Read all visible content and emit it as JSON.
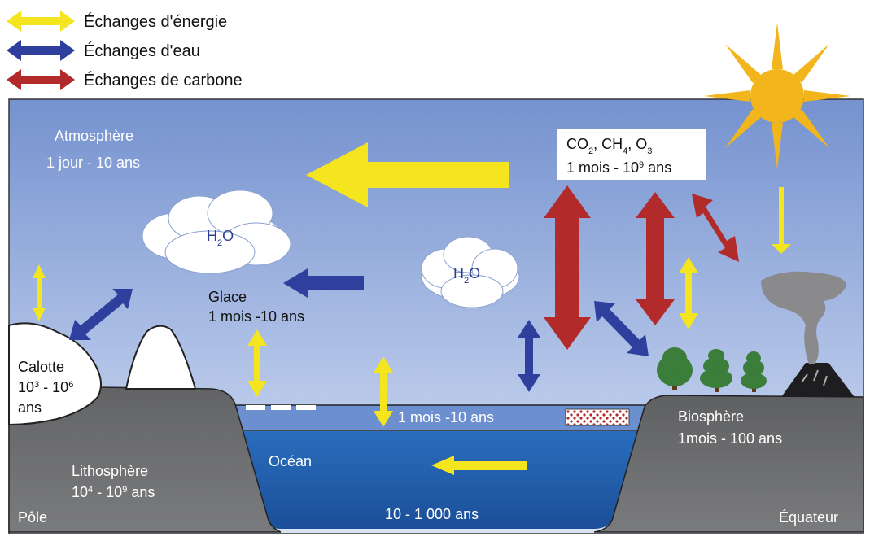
{
  "legend": [
    {
      "label": "Échanges d'énergie",
      "color": "#f5e51e"
    },
    {
      "label": "Échanges d'eau",
      "color": "#2f3f9e"
    },
    {
      "label": "Échanges de carbone",
      "color": "#b22a2a"
    }
  ],
  "atmosphere": {
    "name": "Atmosphère",
    "time": "1 jour - 10 ans"
  },
  "gases": {
    "co2": "CO",
    "co2_sub": "2",
    "ch4": "CH",
    "ch4_sub": "4",
    "o3": "O",
    "o3_sub": "3",
    "time_prefix": "1 mois - 10",
    "time_exp": "9",
    "time_suffix": " ans"
  },
  "cloud_left": {
    "h": "H",
    "sub": "2",
    "o": "O"
  },
  "cloud_center": {
    "h": "H",
    "sub": "2",
    "o": "O"
  },
  "glace": {
    "name": "Glace",
    "time": "1 mois -10 ans"
  },
  "calotte": {
    "name": "Calotte",
    "t1": "10",
    "t1_exp": "3",
    "dash": " - 10",
    "t2_exp": "6",
    "unit": "ans"
  },
  "lithosphere": {
    "name": "Lithosphère",
    "t1": "10",
    "t1_exp": "4",
    "dash": " - 10",
    "t2_exp": "9",
    "unit": " ans"
  },
  "ocean_surface_time": "1 mois -10 ans",
  "ocean": {
    "name": "Océan",
    "time": "10 - 1 000 ans"
  },
  "biosphere": {
    "name": "Biosphère",
    "time": "1mois - 100 ans"
  },
  "pole": "Pôle",
  "equator": "Équateur",
  "colors": {
    "energy": "#f5e51e",
    "water": "#2f3f9e",
    "carbon": "#b22a2a",
    "sky_top": "#7592cf",
    "sky_bottom": "#cad7ef",
    "ground": "#6d6e70",
    "ocean_surface": "#6c8fd0",
    "ocean_deep": "#1f5aa6",
    "sun": "#f2b51c",
    "tree": "#3b7d3a",
    "smoke": "#8a8a8c"
  }
}
